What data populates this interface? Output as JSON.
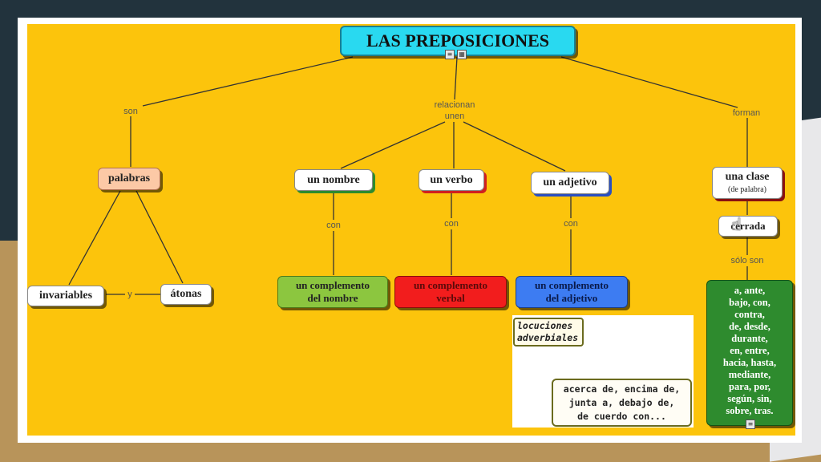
{
  "title": "LAS PREPOSICIONES",
  "links": {
    "son": "son",
    "relacionan": "relacionan",
    "unen": "unen",
    "forman": "forman",
    "y": "y",
    "con1": "con",
    "con2": "con",
    "con3": "con",
    "solo_son": "sólo son"
  },
  "nodes": {
    "palabras": "palabras",
    "invariables": "invariables",
    "atonas": "átonas",
    "un_nombre": "un nombre",
    "un_verbo": "un verbo",
    "un_adjetivo": "un adjetivo",
    "una_clase": "una clase",
    "de_palabra": "(de palabra)",
    "cerrada": "cerrada",
    "comp_nombre_1": "un complemento",
    "comp_nombre_2": "del nombre",
    "comp_verbal_1": "un complemento",
    "comp_verbal_2": "verbal",
    "comp_adjetivo_1": "un complemento",
    "comp_adjetivo_2": "del adjetivo",
    "lista": [
      "a, ante,",
      "bajo, con,",
      "contra,",
      "de, desde,",
      "durante,",
      "en, entre,",
      "hacia, hasta,",
      "mediante,",
      "para, por,",
      "según, sin,",
      "sobre, tras."
    ]
  },
  "inset": {
    "locuciones_1": "locuciones",
    "locuciones_2": "adverbiales",
    "ejemplos_1": "acerca de, encima de,",
    "ejemplos_2": "junta a, debajo de,",
    "ejemplos_3": "de cuerdo con..."
  },
  "colors": {
    "background": "#fcc40c",
    "title": "#29d9f0",
    "palabras": "#fcc9a6",
    "comp_nombre": "#8cc63f",
    "comp_verbal": "#f21d1d",
    "comp_adjetivo": "#3d7cf2",
    "lista": "#2e8b2e"
  }
}
